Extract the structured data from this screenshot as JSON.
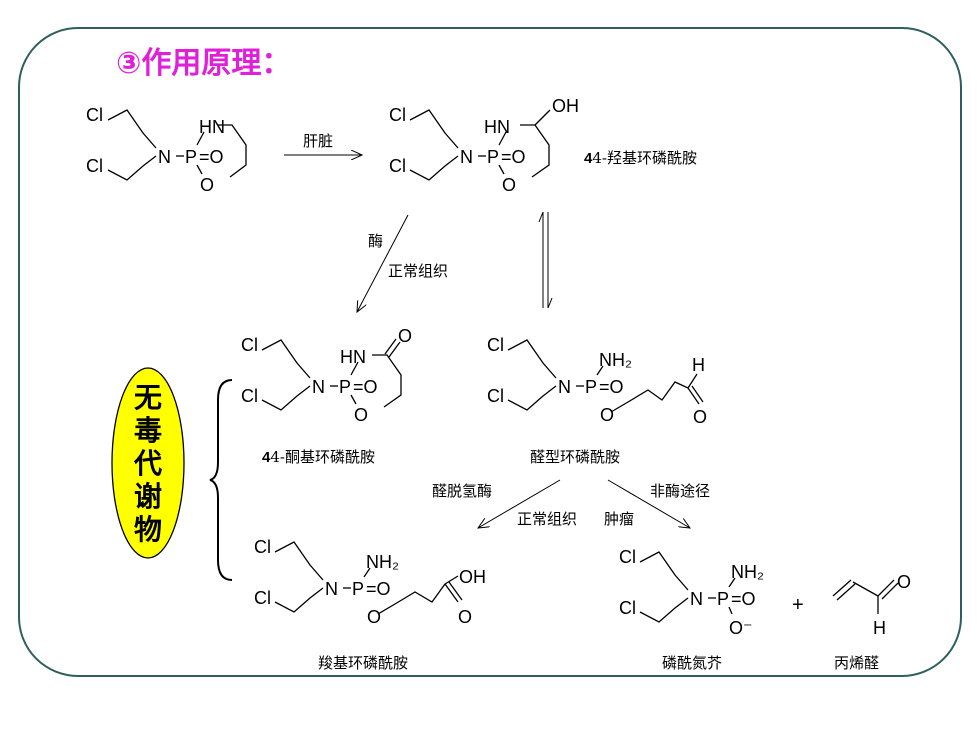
{
  "title": "③作用原理：",
  "atoms": {
    "cl": "Cl",
    "n": "N",
    "p": "P",
    "o": "O",
    "hn": "HN",
    "oh": "OH",
    "nh2": "NH₂",
    "h": "H",
    "eq_o": "=O",
    "o_minus": "O⁻",
    "plus": "+"
  },
  "arrows": {
    "liver": "肝脏",
    "enzyme": "酶",
    "normal_tissue": "正常组织",
    "aldh": "醛脱氢酶",
    "normal_tissue_2": "正常组织",
    "non_enzymatic": "非酶途径",
    "tumor": "肿瘤"
  },
  "compounds": {
    "hydroxy": "4-羟基环磷酰胺",
    "keto": "4-酮基环磷酰胺",
    "aldo": "醛型环磷酰胺",
    "carboxy": "羧基环磷酰胺",
    "mustard": "磷酰氮芥",
    "acrolein": "丙烯醛"
  },
  "oval": {
    "chars": [
      "无",
      "毒",
      "代",
      "谢",
      "物"
    ],
    "fill": "#ffff00",
    "stroke": "#000000"
  },
  "colors": {
    "title": "#e020d8",
    "frame": "#2f5f5c"
  }
}
